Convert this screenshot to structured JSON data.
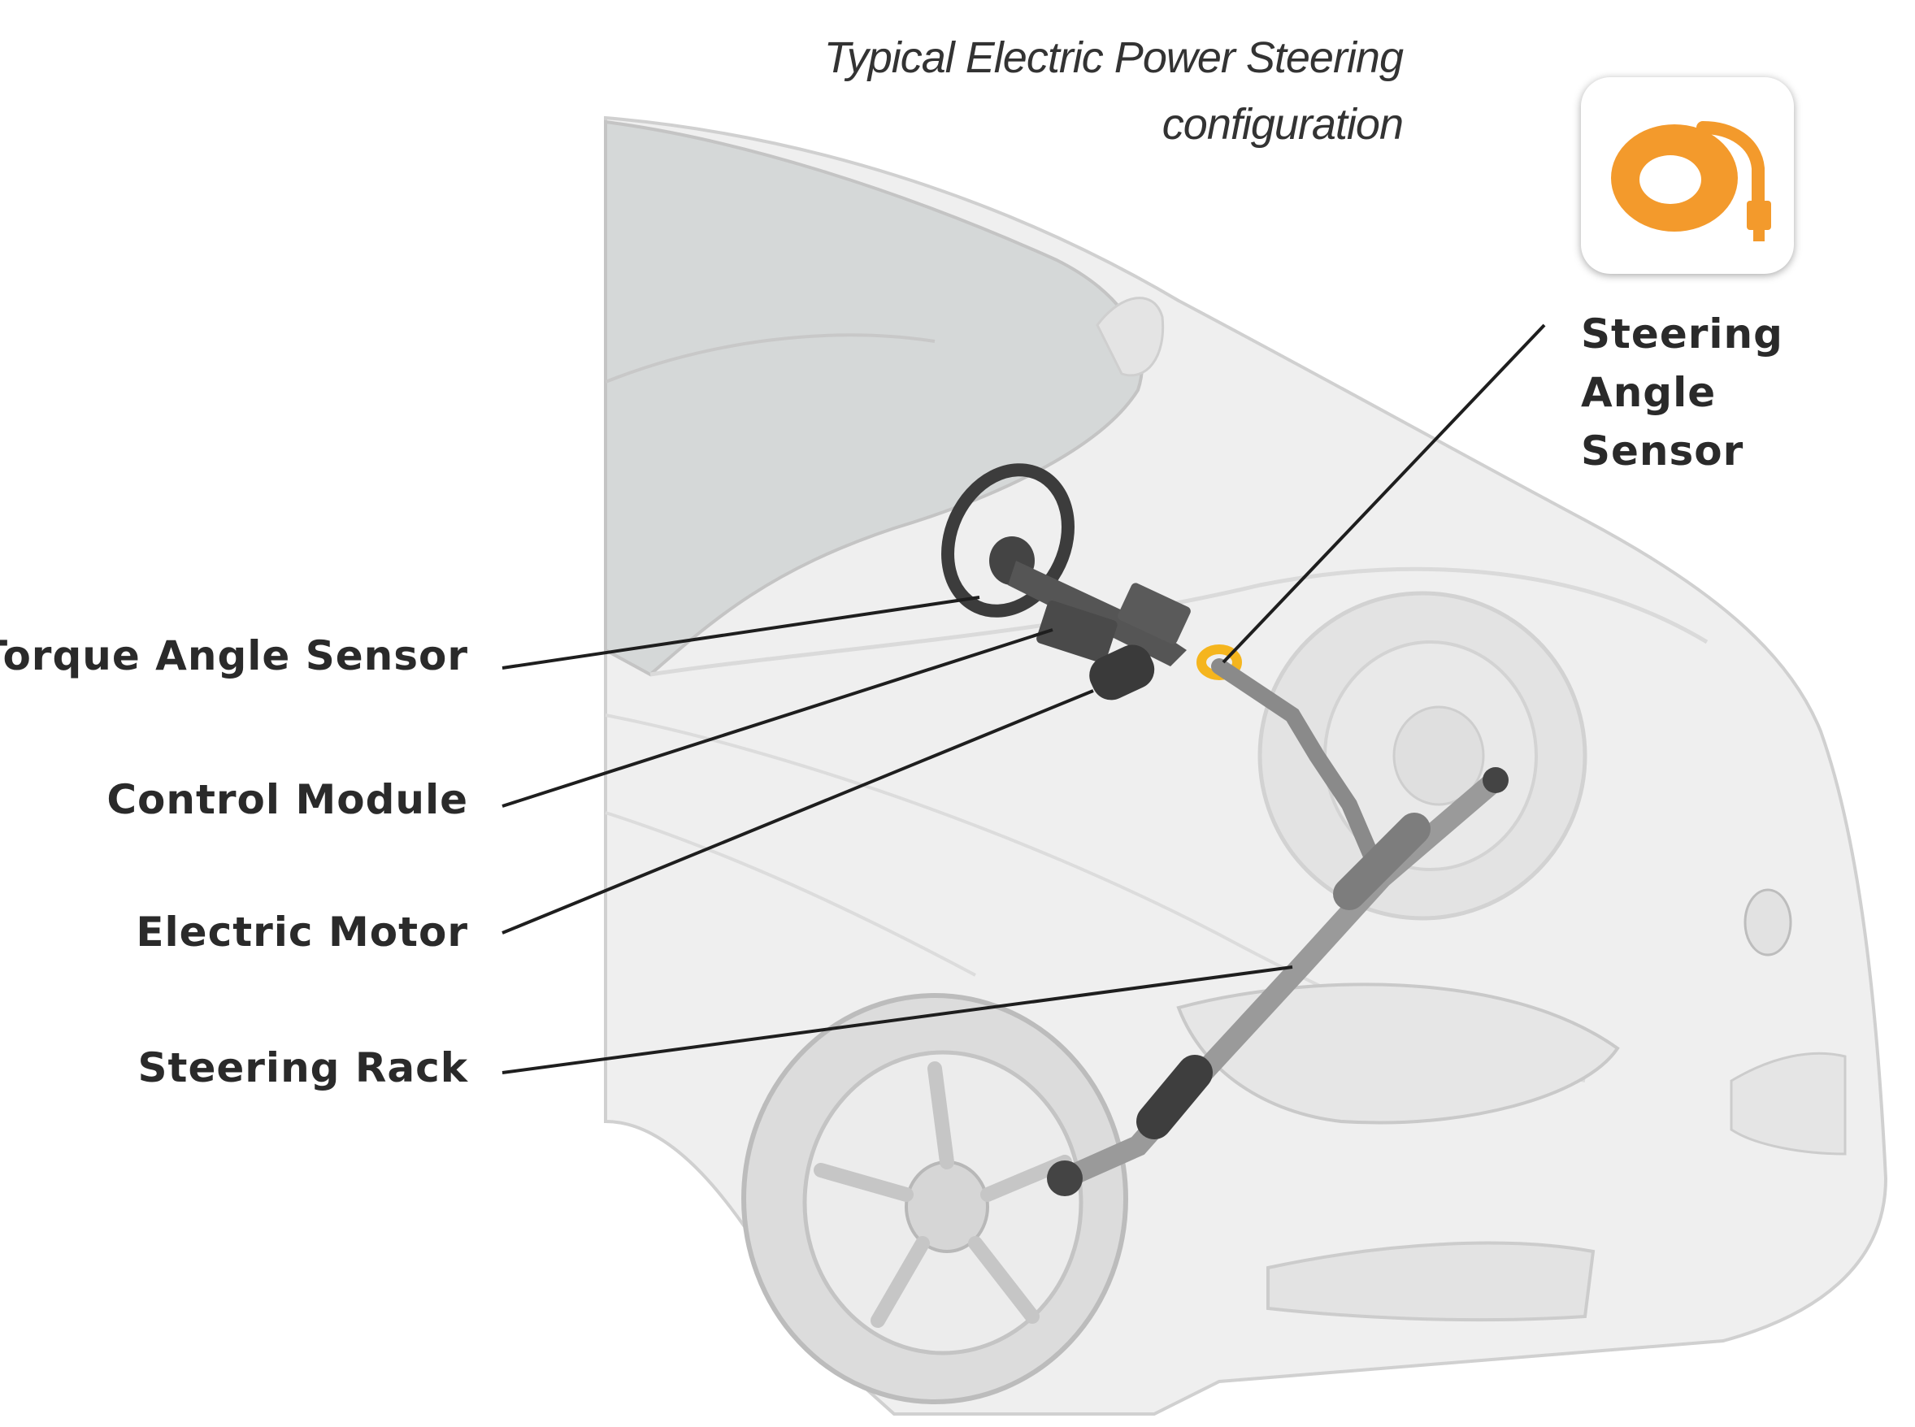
{
  "caption": {
    "line1": "Typical Electric Power Steering",
    "line2": "configuration"
  },
  "labels": {
    "torque_angle_sensor": "Torque Angle Sensor",
    "control_module": "Control Module",
    "electric_motor": "Electric Motor",
    "steering_rack": "Steering Rack",
    "steering_angle_sensor": [
      "Steering",
      "Angle",
      "Sensor"
    ]
  },
  "icon": {
    "name": "steering-angle-sensor-icon",
    "color": "#f39a2c"
  },
  "colors": {
    "car_body": "#ececec",
    "car_outline": "#d2d2d2",
    "windshield": "#d3d6d6",
    "component": "#4a4a4a",
    "sensor_highlight": "#f5b51e",
    "leader_line": "#1e1e1e"
  }
}
